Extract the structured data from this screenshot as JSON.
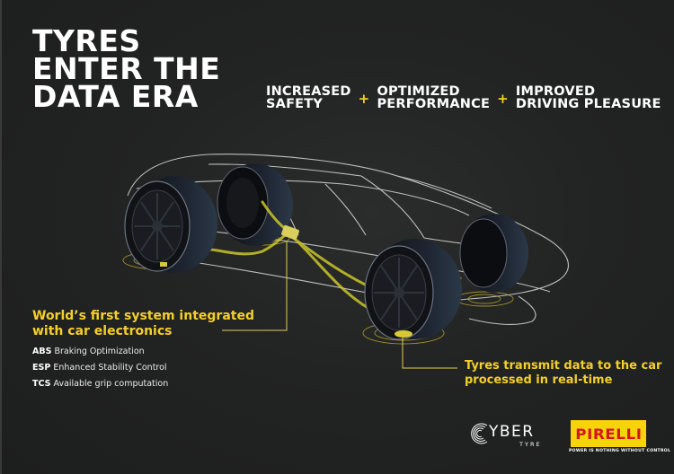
{
  "headline": {
    "lines": [
      "TYRES",
      "ENTER THE",
      "DATA ERA"
    ]
  },
  "benefits": [
    {
      "lines": [
        "INCREASED",
        "SAFETY"
      ]
    },
    {
      "lines": [
        "OPTIMIZED",
        "PERFORMANCE"
      ]
    },
    {
      "lines": [
        "IMPROVED",
        "DRIVING PLEASURE"
      ]
    }
  ],
  "separator_symbol": "+",
  "callout_left": {
    "lines": [
      "World’s first system integrated",
      "with car electronics"
    ]
  },
  "features": [
    {
      "code": "ABS",
      "label": "Braking Optimization"
    },
    {
      "code": "ESP",
      "label": "Enhanced Stability Control"
    },
    {
      "code": "TCS",
      "label": "Available grip computation"
    }
  ],
  "callout_right": {
    "lines": [
      "Tyres transmit data to the car",
      "processed in real-time"
    ]
  },
  "logos": {
    "cyber": {
      "word": "YBER",
      "sub": "TYRE"
    },
    "pirelli": {
      "word": "PIRELLI",
      "tagline": "POWER IS NOTHING WITHOUT CONTROL"
    }
  },
  "colors": {
    "background": "#1e1f1f",
    "accent_yellow": "#f3d02a",
    "pirelli_yellow": "#f6d30a",
    "pirelli_red": "#d7151c",
    "text_white": "#ffffff"
  }
}
